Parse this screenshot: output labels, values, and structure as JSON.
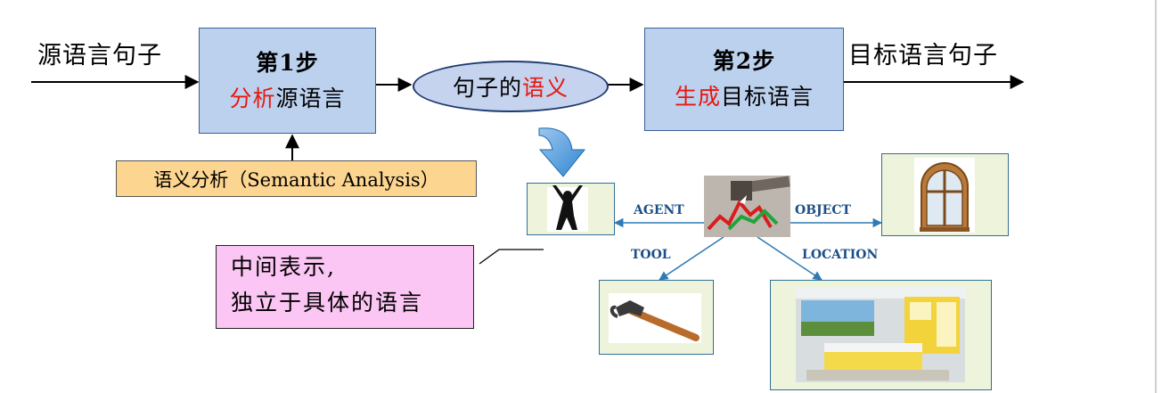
{
  "pipeline": {
    "source_sentence": "源语言句子",
    "step1": {
      "line1": "第1步",
      "red": "分析",
      "rest": "源语言"
    },
    "meaning": {
      "black": "句子的",
      "red": "语义"
    },
    "step2": {
      "line1": "第2步",
      "red": "生成",
      "rest": "目标语言"
    },
    "target_sentence": "目标语言句子"
  },
  "semantic_analysis": "语义分析（Semantic Analysis）",
  "note": {
    "line1": "中间表示,",
    "line2": "独立于具体的语言"
  },
  "relations": {
    "agent": "AGENT",
    "object": "OBJECT",
    "tool": "TOOL",
    "location": "LOCATION"
  },
  "colors": {
    "step_box": "#bcd1ee",
    "ellipse": "#c5d3ee",
    "highlight_red": "#e8170f",
    "semantic_box": "#fcd591",
    "note_box": "#fbc6f4",
    "relation_text": "#1d4f86",
    "big_arrow": "#2e86d1"
  }
}
